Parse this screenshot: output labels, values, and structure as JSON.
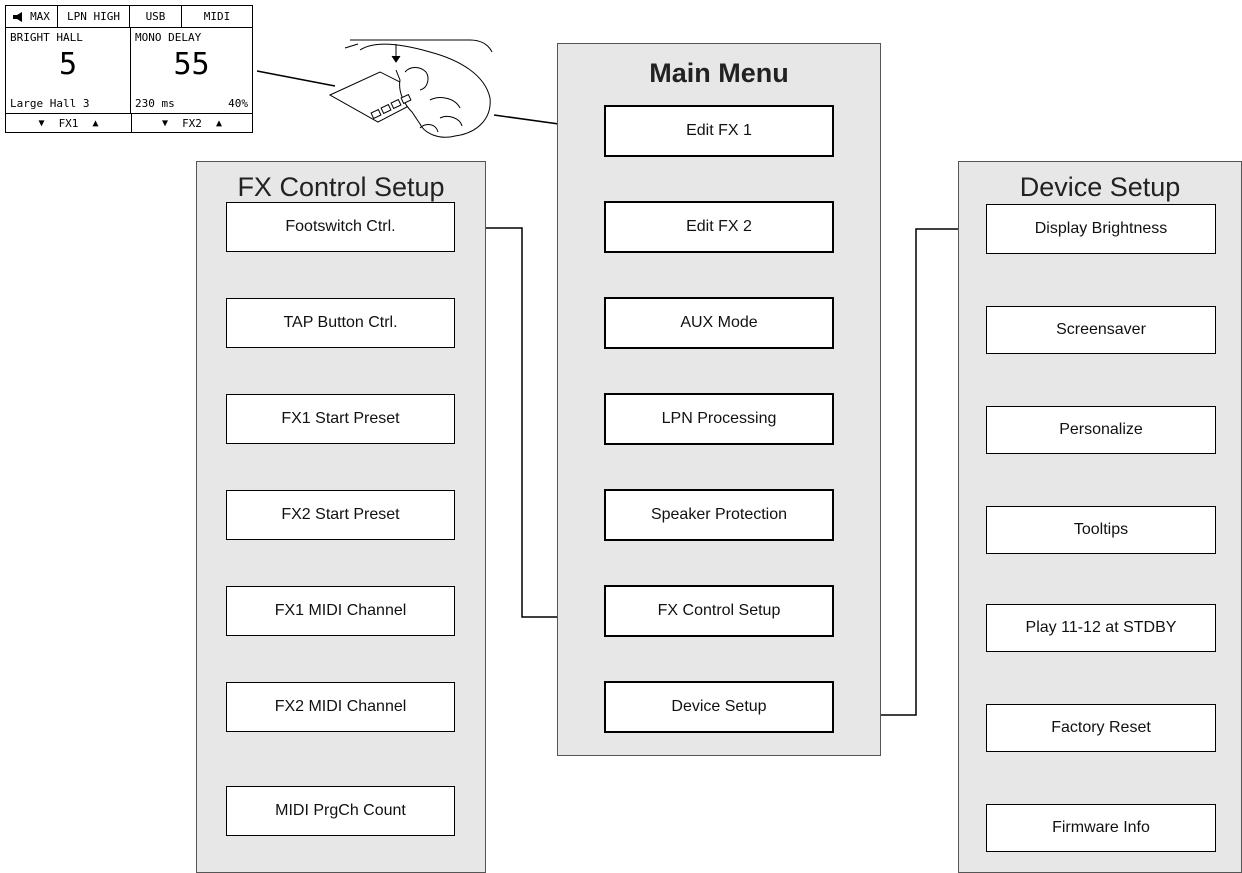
{
  "lcd": {
    "top": {
      "volume": "MAX",
      "lpn": "LPN HIGH",
      "usb": "USB",
      "midi": "MIDI"
    },
    "fx1": {
      "name": "BRIGHT HALL",
      "number": "5",
      "preset": "Large Hall 3"
    },
    "fx2": {
      "name": "MONO DELAY",
      "number": "55",
      "time": "230 ms",
      "mix": "40%"
    },
    "bottom": {
      "fx1": "FX1",
      "fx2": "FX2"
    }
  },
  "main_menu": {
    "title": "Main Menu",
    "items": [
      "Edit FX 1",
      "Edit FX 2",
      "AUX Mode",
      "LPN Processing",
      "Speaker Protection",
      "FX Control Setup",
      "Device Setup"
    ]
  },
  "fx_control_setup": {
    "title": "FX Control Setup",
    "items": [
      "Footswitch Ctrl.",
      "TAP Button Ctrl.",
      "FX1 Start Preset",
      "FX2 Start Preset",
      "FX1 MIDI Channel",
      "FX2 MIDI Channel",
      "MIDI PrgCh Count"
    ]
  },
  "device_setup": {
    "title": "Device Setup",
    "items": [
      "Display Brightness",
      "Screensaver",
      "Personalize",
      "Tooltips",
      "Play 11-12 at STDBY",
      "Factory Reset",
      "Firmware Info"
    ]
  }
}
